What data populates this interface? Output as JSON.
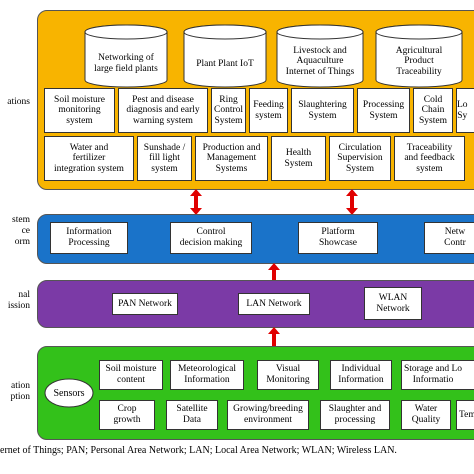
{
  "colors": {
    "app_layer": "#f8b400",
    "support_layer": "#1a73c9",
    "network_layer": "#7b3aa6",
    "perception_layer": "#33c11a",
    "arrow": "#e00000"
  },
  "layers": {
    "application": {
      "label": "ations",
      "cylinders": [
        "Networking of\nlarge field plants",
        "Plant Plant IoT",
        "Livestock and\nAquaculture\nInternet of Things",
        "Agricultural\nProduct\nTraceability"
      ],
      "row1": [
        "Soil moisture\nmonitoring\nsystem",
        "Pest and disease\ndiagnosis and early\nwarning system",
        "Ring\nControl\nSystem",
        "Feeding\nsystem",
        "Slaughtering\nSystem",
        "Processing\nSystem",
        "Cold\nChain\nSystem",
        "Lo\nSy"
      ],
      "row2": [
        "Water and\nfertilizer\nintegration system",
        "Sunshade /\nfill light\nsystem",
        "Production and\nManagement\nSystems",
        "Health\nSystem",
        "Circulation\nSupervision\nSystem",
        "Traceability\nand feedback\nsystem"
      ]
    },
    "support": {
      "label": "stem\nce\norm",
      "boxes": [
        "Information\nProcessing",
        "Control\ndecision making",
        "Platform\nShowcase",
        "Netw\nContr"
      ]
    },
    "network": {
      "label": "nal\nission",
      "boxes": [
        "PAN Network",
        "LAN Network",
        "WLAN\nNetwork"
      ]
    },
    "perception": {
      "label": "ation\nption",
      "sensors": "Sensors",
      "row1": [
        "Soil moisture\ncontent",
        "Meteorological\nInformation",
        "Visual\nMonitoring",
        "Individual\nInformation",
        "Storage and Lo\nInformatio"
      ],
      "row2": [
        "Crop\ngrowth",
        "Satellite\nData",
        "Growing/breeding\nenvironment",
        "Slaughter and\nprocessing",
        "Water\nQuality",
        "Tem"
      ]
    }
  },
  "footer": "ernet of Things; PAN; Personal Area Network; LAN; Local Area Network; WLAN; Wireless LAN."
}
